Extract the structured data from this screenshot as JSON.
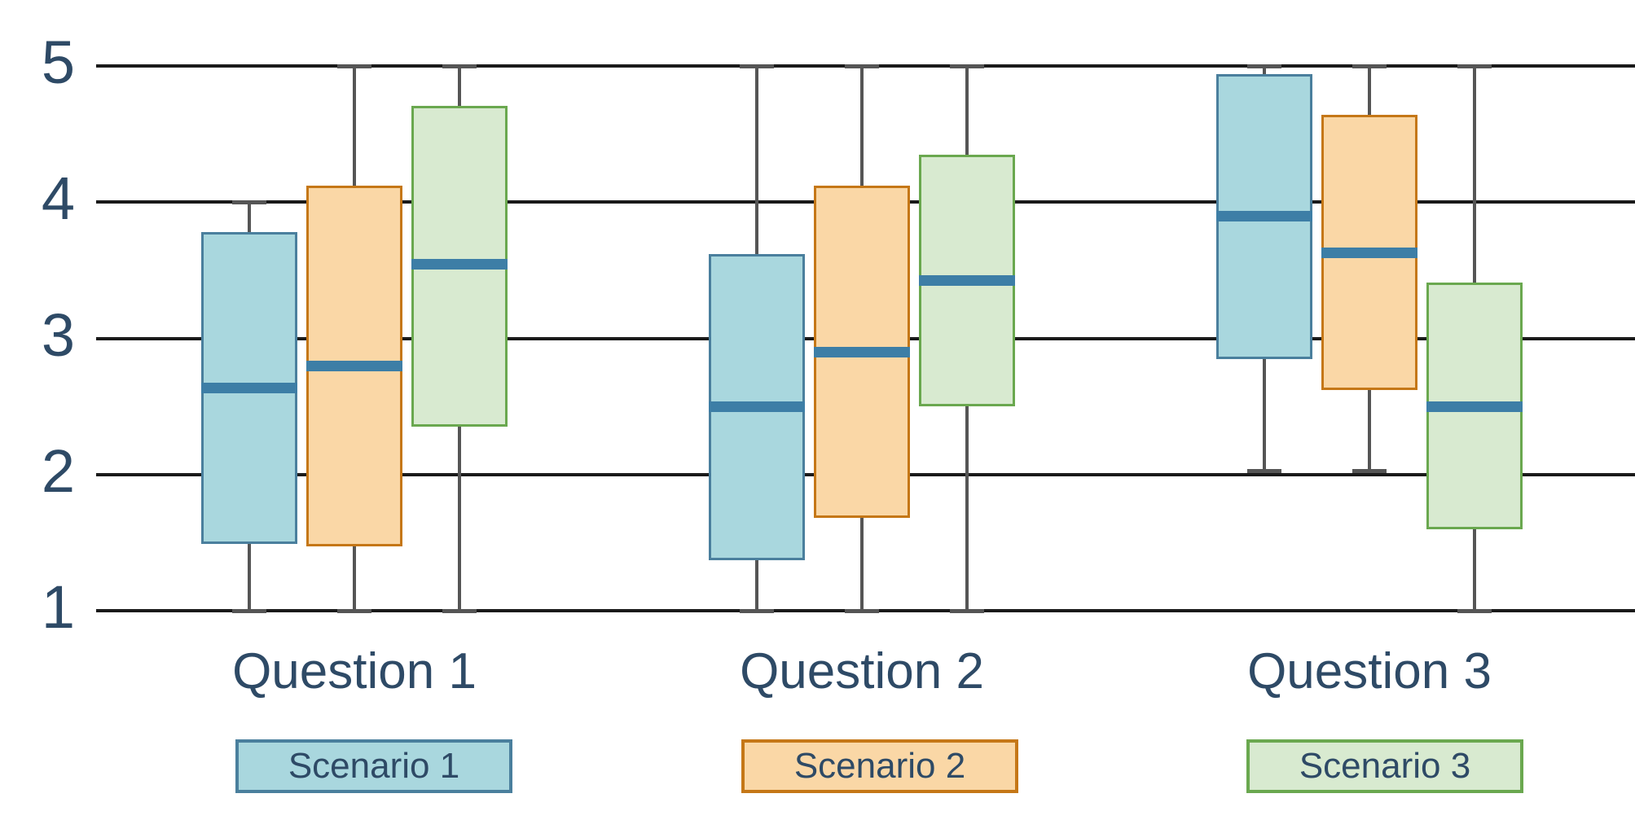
{
  "chart_data": {
    "type": "box",
    "title": "",
    "xlabel": "",
    "ylabel": "",
    "ylim": [
      1,
      5
    ],
    "yticks": [
      1,
      2,
      3,
      4,
      5
    ],
    "grid": true,
    "legend_position": "bottom",
    "categories": [
      "Question 1",
      "Question 2",
      "Question 3"
    ],
    "series": [
      {
        "name": "Scenario 1",
        "fill": "#a9d7de",
        "stroke": "#4a7f9d",
        "median_color": "#3d7ea6",
        "boxes": [
          {
            "category": "Question 1",
            "whisker_low": 1.0,
            "q1": 1.49,
            "median": 2.64,
            "q3": 3.78,
            "whisker_high": 4.0
          },
          {
            "category": "Question 2",
            "whisker_low": 1.0,
            "q1": 1.37,
            "median": 2.5,
            "q3": 3.62,
            "whisker_high": 5.0
          },
          {
            "category": "Question 3",
            "whisker_low": 2.03,
            "q1": 2.85,
            "median": 3.9,
            "q3": 4.94,
            "whisker_high": 5.0
          }
        ]
      },
      {
        "name": "Scenario 2",
        "fill": "#fad7a6",
        "stroke": "#c57717",
        "median_color": "#3d7ea6",
        "boxes": [
          {
            "category": "Question 1",
            "whisker_low": 1.0,
            "q1": 1.47,
            "median": 2.8,
            "q3": 4.12,
            "whisker_high": 5.0
          },
          {
            "category": "Question 2",
            "whisker_low": 1.0,
            "q1": 1.68,
            "median": 2.9,
            "q3": 4.12,
            "whisker_high": 5.0
          },
          {
            "category": "Question 3",
            "whisker_low": 2.03,
            "q1": 2.62,
            "median": 3.63,
            "q3": 4.64,
            "whisker_high": 5.0
          }
        ]
      },
      {
        "name": "Scenario 3",
        "fill": "#d8ead0",
        "stroke": "#6aa84f",
        "median_color": "#3d7ea6",
        "boxes": [
          {
            "category": "Question 1",
            "whisker_low": 1.0,
            "q1": 2.35,
            "median": 3.55,
            "q3": 4.71,
            "whisker_high": 5.0
          },
          {
            "category": "Question 2",
            "whisker_low": 1.0,
            "q1": 2.5,
            "median": 3.43,
            "q3": 4.35,
            "whisker_high": 5.0
          },
          {
            "category": "Question 3",
            "whisker_low": 1.0,
            "q1": 1.6,
            "median": 2.5,
            "q3": 3.41,
            "whisker_high": 5.0
          }
        ]
      }
    ]
  },
  "axis": {
    "tick_labels": [
      "5",
      "4",
      "3",
      "2",
      "1"
    ],
    "tick_values": [
      5,
      4,
      3,
      2,
      1
    ],
    "tick_color": "#2e4a66",
    "gridline_color": "#1a1a1a"
  },
  "categories": [
    {
      "label": "Question 1"
    },
    {
      "label": "Question 2"
    },
    {
      "label": "Question 3"
    }
  ],
  "legend": [
    {
      "label": "Scenario 1",
      "fill": "#a9d7de",
      "stroke": "#4a7f9d"
    },
    {
      "label": "Scenario 2",
      "fill": "#fad7a6",
      "stroke": "#c57717"
    },
    {
      "label": "Scenario 3",
      "fill": "#d8ead0",
      "stroke": "#6aa84f"
    }
  ]
}
